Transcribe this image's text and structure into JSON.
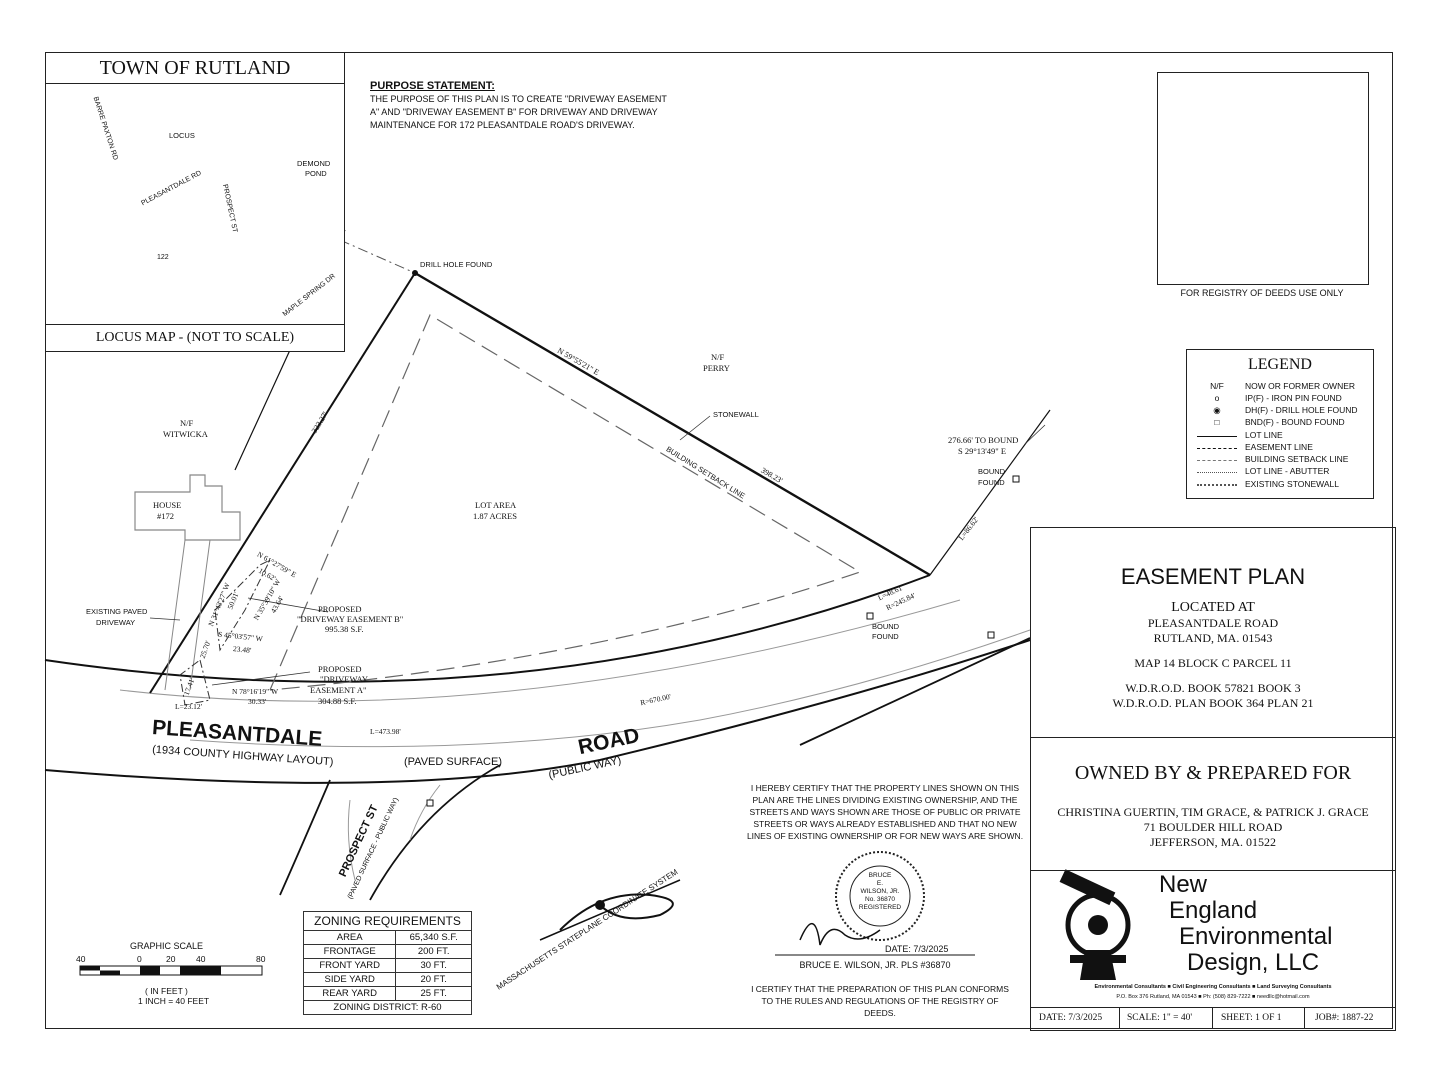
{
  "locus": {
    "title": "TOWN OF RUTLAND",
    "footer": "LOCUS MAP - (NOT TO SCALE)",
    "labels": {
      "barre_paxton": "BARRE PAXTON RD",
      "locus": "LOCUS",
      "pleasantdale": "PLEASANTDALE RD",
      "prospect": "PROSPECT ST",
      "demond_pond_1": "DEMOND",
      "demond_pond_2": "POND",
      "route": "122",
      "maple_spring": "MAPLE SPRING DR"
    }
  },
  "purpose": {
    "heading": "PURPOSE STATEMENT:",
    "body": "THE PURPOSE OF THIS PLAN IS TO CREATE \"DRIVEWAY EASEMENT A\" AND \"DRIVEWAY EASEMENT B\" FOR DRIVEWAY AND DRIVEWAY MAINTENANCE FOR 172 PLEASANTDALE ROAD'S DRIVEWAY."
  },
  "registry": {
    "label": "FOR REGISTRY OF DEEDS USE ONLY"
  },
  "legend": {
    "title": "LEGEND",
    "items": [
      {
        "symbol": "N/F",
        "text": "NOW OR FORMER OWNER"
      },
      {
        "symbol": "o",
        "text": "IP(F) - IRON PIN FOUND"
      },
      {
        "symbol": "◉",
        "text": "DH(F) - DRILL HOLE FOUND"
      },
      {
        "symbol": "□",
        "text": "BND(F) - BOUND FOUND"
      },
      {
        "symbol": "line-solid",
        "text": "LOT LINE"
      },
      {
        "symbol": "line-dashdot",
        "text": "EASEMENT LINE"
      },
      {
        "symbol": "line-dash",
        "text": "BUILDING SETBACK LINE"
      },
      {
        "symbol": "line-dot",
        "text": "LOT LINE - ABUTTER"
      },
      {
        "symbol": "line-stone",
        "text": "EXISTING STONEWALL"
      }
    ]
  },
  "title_block": {
    "title": "EASEMENT PLAN",
    "located_at": "LOCATED AT",
    "street": "PLEASANTDALE ROAD",
    "town": "RUTLAND, MA. 01543",
    "map": "MAP 14 BLOCK C PARCEL 11",
    "book1": "W.D.R.O.D. BOOK 57821 BOOK 3",
    "book2": "W.D.R.O.D. PLAN BOOK 364 PLAN 21"
  },
  "owner_block": {
    "heading": "OWNED BY & PREPARED FOR",
    "names": "CHRISTINA GUERTIN, TIM GRACE, & PATRICK J. GRACE",
    "address": "71 BOULDER HILL ROAD",
    "city": "JEFFERSON, MA. 01522"
  },
  "company": {
    "line1": "New",
    "line2": "England",
    "line3": "Environmental",
    "line4": "Design, LLC",
    "services": "Environmental Consultants ■ Civil Engineering Consultants ■ Land Surveying Consultants",
    "contact": "P.O. Box 376 Rutland, MA 01543 ■ Ph: (508) 829-7222 ■ needllc@hotmail.com"
  },
  "footer": {
    "date": "DATE: 7/3/2025",
    "scale": "SCALE: 1\" = 40'",
    "sheet": "SHEET: 1 OF 1",
    "job": "JOB#: 1887-22"
  },
  "certification": {
    "statement1": "I HEREBY CERTIFY THAT THE PROPERTY LINES SHOWN ON THIS PLAN ARE THE LINES DIVIDING EXISTING OWNERSHIP, AND THE STREETS AND WAYS SHOWN ARE THOSE OF PUBLIC OR PRIVATE STREETS OR WAYS ALREADY ESTABLISHED AND THAT NO NEW LINES OF EXISTING OWNERSHIP OR FOR NEW WAYS ARE SHOWN.",
    "seal_lines": [
      "BRUCE",
      "E.",
      "WILSON, JR.",
      "No. 36870",
      "REGISTERED"
    ],
    "date": "DATE: 7/3/2025",
    "surveyor": "BRUCE E. WILSON, JR.  PLS #36870",
    "statement2": "I CERTIFY THAT THE PREPARATION OF THIS PLAN CONFORMS TO THE RULES AND REGULATIONS OF THE REGISTRY OF DEEDS."
  },
  "zoning": {
    "title": "ZONING REQUIREMENTS",
    "rows": [
      {
        "k": "AREA",
        "v": "65,340 S.F."
      },
      {
        "k": "FRONTAGE",
        "v": "200 FT."
      },
      {
        "k": "FRONT YARD",
        "v": "30 FT."
      },
      {
        "k": "SIDE YARD",
        "v": "20 FT."
      },
      {
        "k": "REAR YARD",
        "v": "25 FT."
      }
    ],
    "district": "ZONING DISTRICT: R-60"
  },
  "graphic_scale": {
    "title": "GRAPHIC SCALE",
    "ticks": [
      "40",
      "0",
      "20",
      "40",
      "80"
    ],
    "unit": "( IN FEET )",
    "ratio": "1 INCH = 40 FEET"
  },
  "plan": {
    "drill_hole": "DRILL HOLE FOUND",
    "nf_perry_1": "N/F",
    "nf_perry_2": "PERRY",
    "nf_witwicka_1": "N/F",
    "nf_witwicka_2": "WITWICKA",
    "bearing_north": "N 59°55'21\" E",
    "dist_north": "398.23'",
    "dist_west": "323.27'",
    "stonewall": "STONEWALL",
    "setback": "BUILDING SETBACK LINE",
    "lot_area_1": "LOT AREA",
    "lot_area_2": "1.87 ACRES",
    "house_1": "HOUSE",
    "house_2": "#172",
    "bound_note_1": "276.66' TO BOUND",
    "bound_note_2": "S 29°13'49\" E",
    "bound_found_1": "BOUND",
    "bound_found_2": "FOUND",
    "l86": "L=86.62'",
    "l48": "L=48.61'",
    "r245": "R=245.84'",
    "r670": "R=670.00'",
    "l473": "L=473.98'",
    "l23": "L=23.12'",
    "easement_b_1": "PROPOSED",
    "easement_b_2": "\"DRIVEWAY EASEMENT B\"",
    "easement_b_3": "995.38 S.F.",
    "easement_a_1": "PROPOSED",
    "easement_a_2": "\"DRIVEWAY",
    "easement_a_3": "EASEMENT A\"",
    "easement_a_4": "304.88 S.F.",
    "existing_drive_1": "EXISTING PAVED",
    "existing_drive_2": "DRIVEWAY",
    "b1": "N 61°27'59\" E",
    "b1d": "10.62'",
    "b2": "N 35°39'10\" W",
    "b2d": "43.64'",
    "b3": "S 45°03'57\" W",
    "b3d": "23.48'",
    "b4": "N 78°16'19\" W",
    "b4d": "30.33'",
    "b5": "N 31°43'27\" W",
    "b5d": "50.01'",
    "b6": "25.70'",
    "b7": "17.41'",
    "road_name_1": "PLEASANTDALE",
    "road_name_2": "ROAD",
    "road_layout": "(1934 COUNTY HIGHWAY LAYOUT)",
    "paved": "(PAVED SURFACE)",
    "public_way": "(PUBLIC WAY)",
    "prospect": "PROSPECT ST",
    "prospect_sub": "(PAVED SURFACE - PUBLIC WAY)",
    "coord_system": "MASSACHUSETTS STATEPLANE COORDINATE SYSTEM"
  }
}
